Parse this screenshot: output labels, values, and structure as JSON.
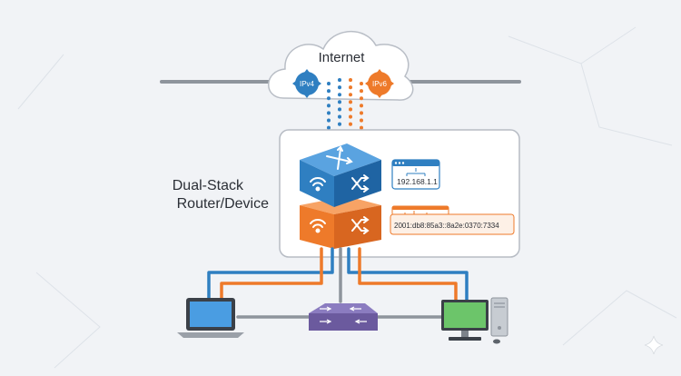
{
  "cloud": {
    "label": "Internet"
  },
  "badges": {
    "ipv4": "IPv4",
    "ipv6": "IPv6"
  },
  "device": {
    "label_line1": "Dual-Stack",
    "label_line2": "Router/Device"
  },
  "addresses": {
    "ipv4": "192.168.1.1",
    "ipv6": "2001:db8:85a3::8a2e:0370:7334"
  },
  "colors": {
    "ipv4": "#2f7fc1",
    "ipv6": "#ee7a2a",
    "line_gray": "#8e949c",
    "switch": "#6b5a9e",
    "desktop_screen": "#6cc56a"
  }
}
